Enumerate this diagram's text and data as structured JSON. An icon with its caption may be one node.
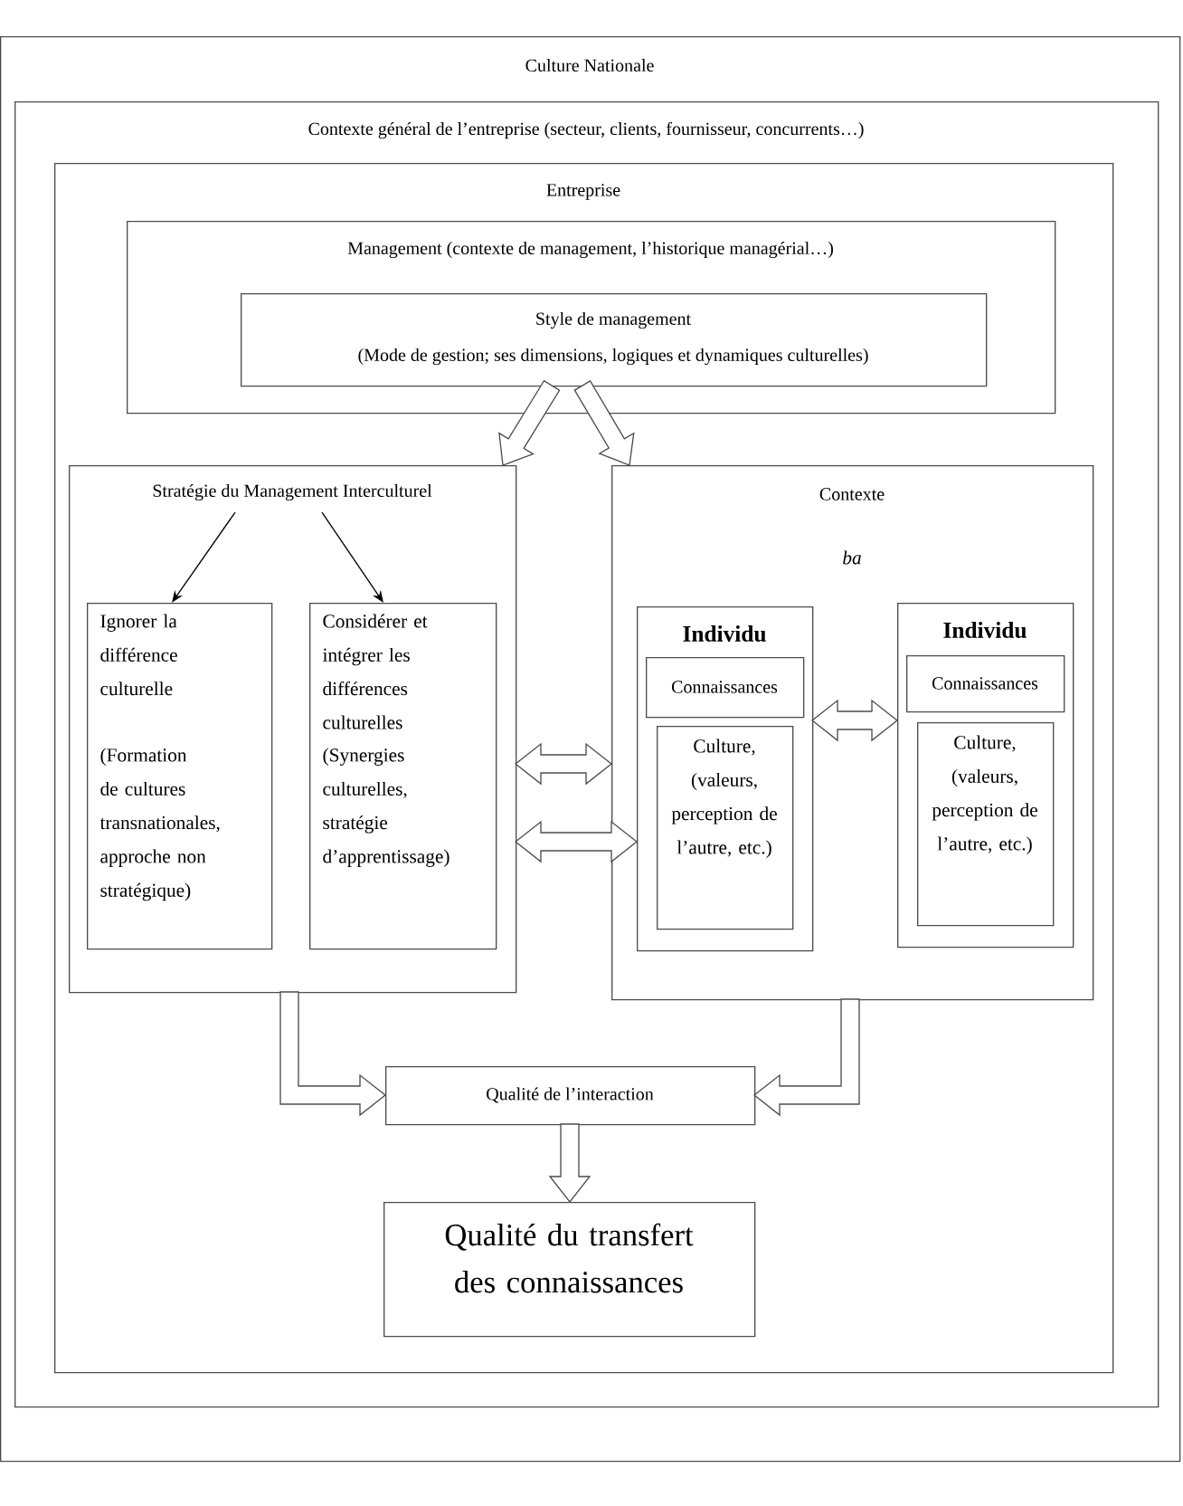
{
  "diagram": {
    "nodes": [
      {
        "text": [
          "Culture Nationale"
        ]
      },
      {
        "text": [
          "Contexte général de l’entreprise (secteur, clients, fournisseur, concurrents…)"
        ],
        "in": 0
      },
      {
        "text": [
          "Entreprise"
        ],
        "in": 1
      },
      {
        "text": [
          "Management (contexte de management, l’historique managérial…)"
        ],
        "in": 2
      },
      {
        "text": [
          "Style de management",
          "(Mode de gestion; ses dimensions, logiques et dynamiques culturelles)"
        ],
        "in": 3
      },
      {
        "text": [
          "Stratégie du Management Interculturel"
        ],
        "in": 2
      },
      {
        "text": [
          "Ignorer la différence culturelle",
          "(Formation de cultures transnationales, approche non stratégique)"
        ],
        "in": 5
      },
      {
        "text": [
          "Considérer et intégrer les différences culturelles",
          "(Synergies culturelles, stratégie d’apprentissage)"
        ],
        "in": 5
      },
      {
        "text": [
          "Contexte",
          "ba"
        ],
        "in": 2
      },
      {
        "text": [
          "Individu"
        ],
        "in": 8
      },
      {
        "text": [
          "Connaissances"
        ],
        "in": 9
      },
      {
        "text": [
          "Culture, (valeurs, perception de l’autre, etc.)"
        ],
        "in": 9
      },
      {
        "text": [
          "Individu"
        ],
        "in": 8
      },
      {
        "text": [
          "Connaissances"
        ],
        "in": 12
      },
      {
        "text": [
          "Culture, (valeurs, perception de l’autre, etc.)"
        ],
        "in": 12
      },
      {
        "text": [
          "Qualité de l’interaction"
        ],
        "in": 2
      },
      {
        "text": [
          "Qualité du transfert des connaissances"
        ],
        "in": 2
      }
    ],
    "edges": [
      {
        "from": 4,
        "to": 5,
        "arrow": "to",
        "style": "thick"
      },
      {
        "from": 4,
        "to": 8,
        "arrow": "to",
        "style": "thick"
      },
      {
        "from": 5,
        "to": 6,
        "arrow": "to"
      },
      {
        "from": 5,
        "to": 7,
        "arrow": "to"
      },
      {
        "from": 5,
        "to": 8,
        "arrow": "both",
        "style": "thick"
      },
      {
        "from": 5,
        "to": 9,
        "arrow": "both",
        "style": "thick"
      },
      {
        "from": 9,
        "to": 12,
        "arrow": "both",
        "style": "thick"
      },
      {
        "from": 5,
        "to": 15,
        "arrow": "to",
        "style": "thick"
      },
      {
        "from": 8,
        "to": 15,
        "arrow": "to",
        "style": "thick"
      },
      {
        "from": 15,
        "to": 16,
        "arrow": "to",
        "style": "thick"
      }
    ]
  }
}
